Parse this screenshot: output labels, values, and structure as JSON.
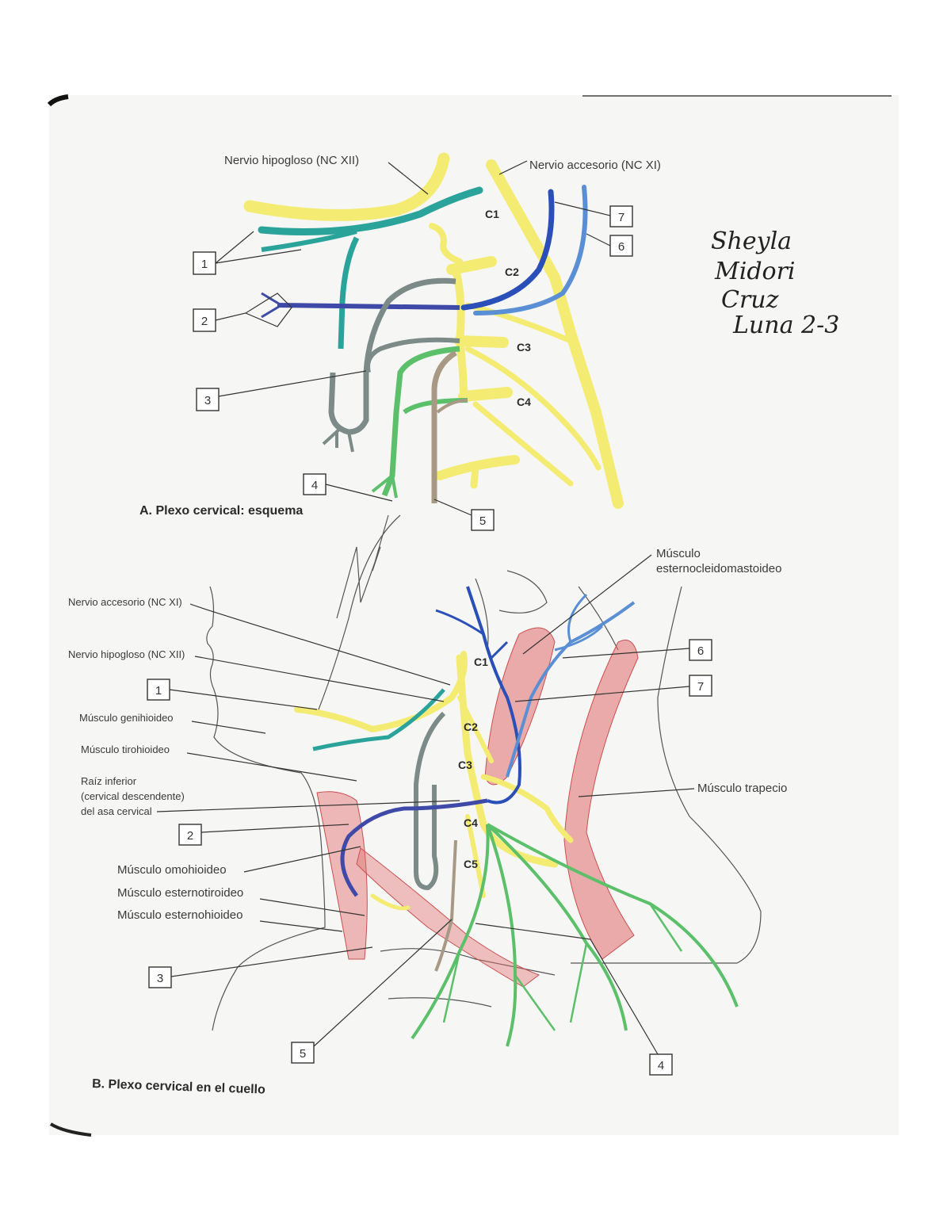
{
  "colors": {
    "yellow_nerve": "#f4ec72",
    "teal_hypoglossal_branch": "#2aa39b",
    "blue_root": "#3f4aa8",
    "gray_branch": "#7c8a88",
    "green_branch": "#5cbf6a",
    "brown_branch": "#a89985",
    "sky_blue": "#5a8fd6",
    "dark_blue": "#2b4fb8",
    "muscle_red": "#e06b6b"
  },
  "diagram_a": {
    "caption": "A. Plexo cervical: esquema",
    "labels": {
      "hypoglossal": "Nervio hipogloso (NC XII)",
      "accessory": "Nervio accesorio (NC XI)"
    },
    "segments": [
      "C1",
      "C2",
      "C3",
      "C4"
    ],
    "boxes": [
      "1",
      "2",
      "3",
      "4",
      "5",
      "6",
      "7"
    ]
  },
  "diagram_b": {
    "caption": "B. Plexo cervical en el cuello",
    "labels": {
      "accessory": "Nervio accesorio (NC XI)",
      "hypoglossal": "Nervio hipogloso (NC XII)",
      "geniohyoid": "Músculo genihioideo",
      "thyrohyoid": "Músculo tirohioideo",
      "inferior_root_1": "Raíz inferior",
      "inferior_root_2": "(cervical descendente)",
      "inferior_root_3": "del asa cervical",
      "omohyoid": "Músculo omohioideo",
      "sternothyroid": "Músculo esternotiroideo",
      "sternohyoid": "Músculo esternohioideo",
      "scm_1": "Músculo",
      "scm_2": "esternocleidomastoideo",
      "trapezius": "Músculo trapecio"
    },
    "segments": [
      "C1",
      "C2",
      "C3",
      "C4",
      "C5"
    ],
    "boxes": [
      "1",
      "2",
      "3",
      "4",
      "5",
      "6",
      "7"
    ]
  },
  "handwriting": [
    "Sheyla",
    "Midori",
    "Cruz",
    "Luna 2-3"
  ]
}
